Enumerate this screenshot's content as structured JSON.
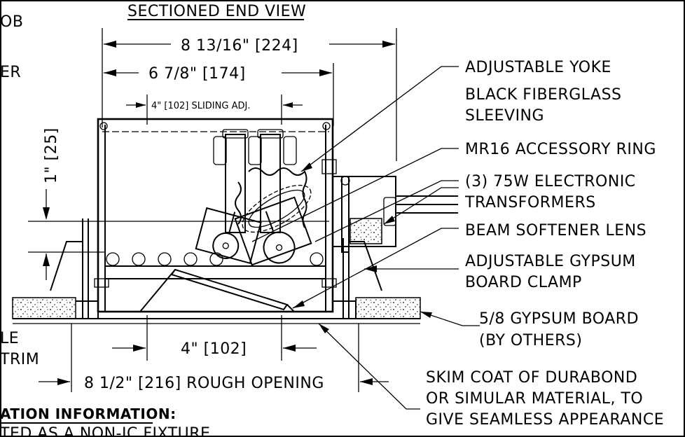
{
  "drawing": {
    "title": "SECTIONED END VIEW",
    "dimensions": {
      "overall_width": "8 13/16\" [224]",
      "inner_width": "6 7/8\" [174]",
      "sliding_adj": "4\" [102] SLIDING ADJ.",
      "vertical_1in": "1\" [25]",
      "aperture": "4\" [102]",
      "rough_opening": "8 1/2\" [216] ROUGH OPENING"
    },
    "callouts": {
      "adjustable_yoke": "ADJUSTABLE YOKE",
      "fiberglass_1": "BLACK FIBERGLASS",
      "fiberglass_2": "SLEEVING",
      "accessory_ring": "MR16 ACCESSORY RING",
      "transformers_1": "(3) 75W ELECTRONIC",
      "transformers_2": "TRANSFORMERS",
      "lens": "BEAM SOFTENER LENS",
      "clamp_1": "ADJUSTABLE GYPSUM",
      "clamp_2": "BOARD CLAMP",
      "gypsum_1": "5/8 GYPSUM BOARD",
      "gypsum_2": "(BY OTHERS)",
      "skim_1": "SKIM COAT OF DURABOND",
      "skim_2": "OR SIMULAR MATERIAL, TO",
      "skim_3": "GIVE SEAMLESS APPEARANCE"
    },
    "left_fragments": {
      "frag_ob": "OB",
      "frag_er": "ER",
      "frag_le": "LE",
      "frag_trim": "TRIM"
    },
    "install_info": {
      "heading": "ATION INFORMATION:",
      "line1": "TED AS A NON-IC FIXTURE"
    }
  }
}
